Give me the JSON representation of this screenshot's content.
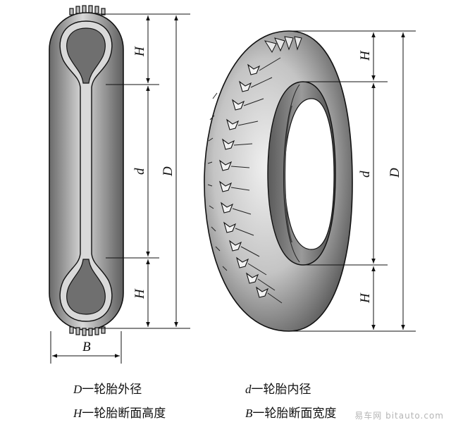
{
  "section_view": {
    "labels": {
      "H_top": "H",
      "d": "d",
      "D": "D",
      "H_bottom": "H",
      "B": "B"
    }
  },
  "tire_view": {
    "labels": {
      "H_top": "H",
      "d": "d",
      "D": "D",
      "H_bottom": "H"
    }
  },
  "legend": [
    {
      "symbol": "D",
      "text": "一轮胎外径"
    },
    {
      "symbol": "d",
      "text": "一轮胎内径"
    },
    {
      "symbol": "H",
      "text": "一轮胎断面高度"
    },
    {
      "symbol": "B",
      "text": "一轮胎断面宽度"
    }
  ],
  "watermark": "易车网 bitauto.com",
  "colors": {
    "line": "#111111",
    "tire_light": "#d6d6d6",
    "tire_dark": "#5a5a5a",
    "bead": "#8a8a8a"
  }
}
